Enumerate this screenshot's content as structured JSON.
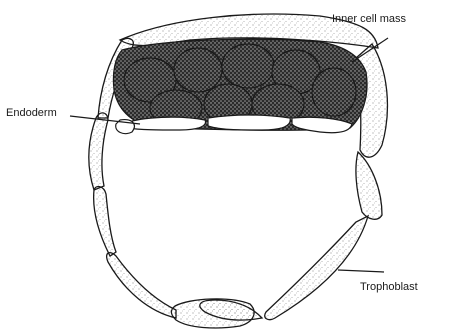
{
  "diagram": {
    "labels": {
      "inner_cell_mass": "Inner cell mass",
      "endoderm": "Endoderm",
      "trophoblast": "Trophoblast"
    },
    "colors": {
      "ink": "#1a1a1a",
      "cell_fill": "#ffffff",
      "mass_dark": "#2b2b2b",
      "mass_light": "#9a9a9a"
    }
  }
}
